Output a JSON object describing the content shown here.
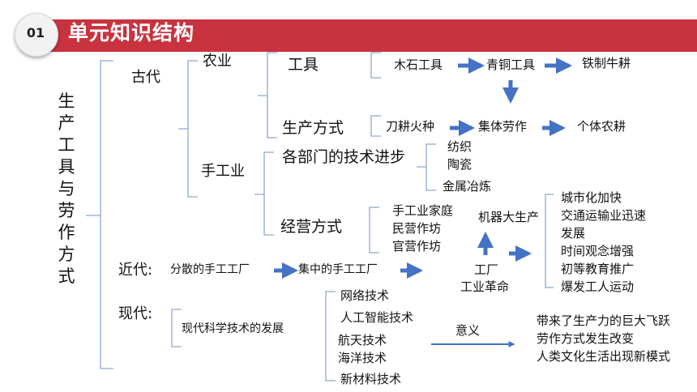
{
  "header": {
    "number": "01",
    "title": "单元知识结构",
    "accent": "#c8333f"
  },
  "root": "生产工具与劳作方式",
  "ancient": {
    "label": "古代",
    "agriculture": {
      "label": "农业",
      "tools": {
        "label": "工具",
        "chain": [
          "木石工具",
          "青铜工具",
          "铁制牛耕"
        ]
      },
      "methods": {
        "label": "生产方式",
        "chain": [
          "刀耕火种",
          "集体劳作",
          "个体农耕"
        ]
      }
    },
    "handicraft": {
      "label": "手工业",
      "tech": {
        "label": "各部门的技术进步",
        "items": [
          "纺织",
          "陶瓷",
          "金属冶炼"
        ]
      },
      "management": {
        "label": "经营方式",
        "items": [
          "手工业家庭",
          "民营作坊",
          "官营作坊"
        ]
      }
    }
  },
  "modern": {
    "label": "近代:",
    "chain": [
      "分散的手工工厂",
      "集中的手工工厂"
    ],
    "factory": "工厂",
    "revolution": "工业革命",
    "mass_production": "机器大生产",
    "effects": [
      "城市化加快",
      "交通运输业迅速",
      "发展",
      "时间观念增强",
      "初等教育推广",
      "爆发工人运动"
    ]
  },
  "contemporary": {
    "label": "现代:",
    "topic": "现代科学技术的发展",
    "items": [
      "网络技术",
      "人工智能技术",
      "航天技术",
      "海洋技术",
      "新材料技术"
    ],
    "meaning_label": "意义",
    "meanings": [
      "带来了生产力的巨大飞跃",
      "劳作方式发生改变",
      "人类文化生活出现新模式"
    ]
  },
  "colors": {
    "arrow": "#4472c4",
    "bracket": "#8fa7cf",
    "text": "#111111"
  }
}
